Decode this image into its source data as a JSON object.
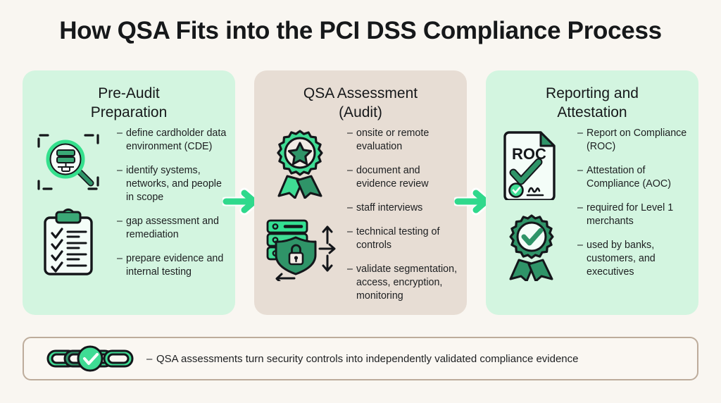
{
  "title": "How QSA Fits into the PCI DSS Compliance Process",
  "colors": {
    "background": "#f9f6f1",
    "panel_green": "#d3f5e0",
    "panel_beige": "#e7ddd4",
    "accent_green": "#34e08d",
    "deep_green": "#2f9468",
    "arrow_green": "#2fd98c",
    "footer_border": "#bdac9b",
    "text": "#1d1f21"
  },
  "panels": [
    {
      "title": "Pre-Audit\nPreparation",
      "title_line1": "Pre-Audit",
      "title_line2": "Preparation",
      "icons": [
        "scope-magnifier-icon",
        "checklist-clipboard-icon"
      ],
      "bullets": [
        "define cardholder data environment (CDE)",
        "identify systems, networks, and people in scope",
        "gap assessment and remediation",
        "prepare evidence and internal testing"
      ]
    },
    {
      "title": "QSA Assessment\n(Audit)",
      "title_line1": "QSA Assessment",
      "title_line2": "(Audit)",
      "icons": [
        "award-rosette-star-icon",
        "server-shield-lock-icon"
      ],
      "bullets": [
        "onsite or remote evaluation",
        "document and evidence review",
        "staff interviews",
        "technical testing of controls",
        "validate segmentation, access, encryption, monitoring"
      ]
    },
    {
      "title": "Reporting and\nAttestation",
      "title_line1": "Reporting and",
      "title_line2": "Attestation",
      "icons": [
        "roc-document-icon",
        "award-rosette-check-icon"
      ],
      "bullets": [
        "Report on Compliance (ROC)",
        "Attestation of Compliance (AOC)",
        "required for Level 1 merchants",
        "used by banks, customers, and executives"
      ]
    }
  ],
  "icon_labels": {
    "roc_document": "ROC"
  },
  "arrows": [
    "flow-arrow-1",
    "flow-arrow-2"
  ],
  "footer": {
    "icon": "chain-link-check-icon",
    "dash": "–",
    "text": "QSA assessments turn security controls into independently validated compliance evidence"
  },
  "bullet_dash": "–"
}
